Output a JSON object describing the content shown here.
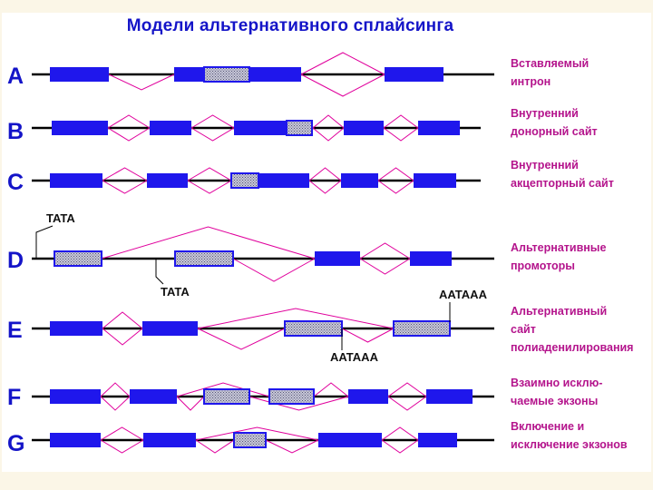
{
  "title": "Модели альтернативного сплайсинга",
  "colors": {
    "exon": "#1f17ec",
    "alt_exon_fill": "#b8b8cc",
    "splice_line": "#e0009c",
    "backbone": "#000000",
    "label": "#1414c8",
    "description": "#b4148c"
  },
  "rows": [
    {
      "id": "A",
      "letter": "A",
      "description": "Вставляемый\nинтрон"
    },
    {
      "id": "B",
      "letter": "B",
      "description": "Внутренний\nдонорный сайт"
    },
    {
      "id": "C",
      "letter": "C",
      "description": "Внутренний\nакцепторный сайт"
    },
    {
      "id": "D",
      "letter": "D",
      "description": "Альтернативные\nпромоторы"
    },
    {
      "id": "E",
      "letter": "E",
      "description": "Альтернативный\nсайт\nполиаденилирования"
    },
    {
      "id": "F",
      "letter": "F",
      "description": "Взаимно исклю-\nчаемые экзоны"
    },
    {
      "id": "G",
      "letter": "G",
      "description": "Включение и\nисключение экзонов"
    }
  ],
  "annotations": {
    "d_tata_top": "TATA",
    "d_tata_bottom": "TATA",
    "e_aataaa_top": "AATAAA",
    "e_aataaa_bottom": "AATAAA"
  }
}
